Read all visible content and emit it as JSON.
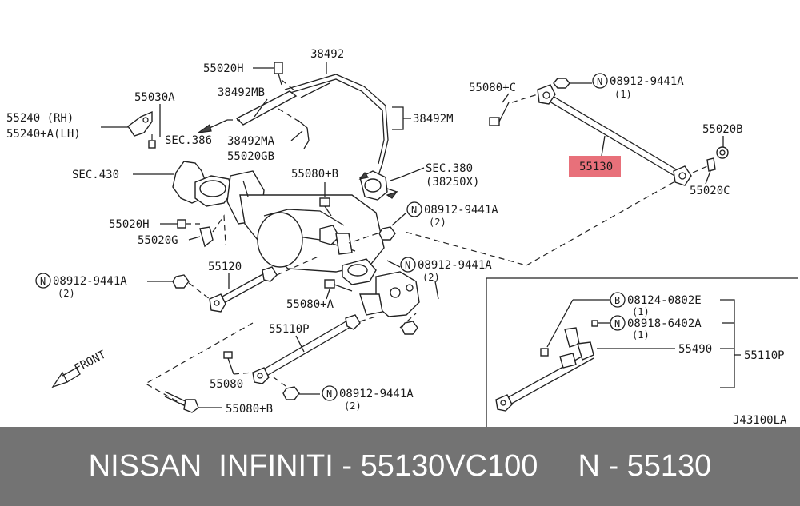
{
  "labels": {
    "p55020H_top": "55020H",
    "p38492": "38492",
    "p38492MB": "38492MB",
    "p55030A": "55030A",
    "p55240_rh": "55240  (RH)",
    "p55240_lh": "55240+A(LH)",
    "sec386": "SEC.386",
    "p38492MA": "38492MA",
    "p55020GB": "55020GB",
    "p38492M": "38492M",
    "p55080C": "55080+C",
    "n_top_code": "08912-9441A",
    "n_top_qty": "(1)",
    "p55020B": "55020B",
    "p55130": "55130",
    "p55020C": "55020C",
    "sec430": "SEC.430",
    "p55080B_mid": "55080+B",
    "sec380": "SEC.380",
    "sec380_sub": "(38250X)",
    "n_mid_code": "08912-9441A",
    "n_mid_qty": "(2)",
    "p55020H_mid": "55020H",
    "p55020G": "55020G",
    "p55120": "55120",
    "n_right_code": "08912-9441A",
    "n_right_qty": "(2)",
    "n_left_code": "08912-9441A",
    "n_left_qty": "(2)",
    "p55080A": "55080+A",
    "p55110P": "55110P",
    "front": "FRONT",
    "p55080": "55080",
    "n_bottom_code": "08912-9441A",
    "n_bottom_qty": "(2)",
    "p55080B_bottom": "55080+B",
    "b_inset_code": "08124-0802E",
    "b_inset_qty": "(1)",
    "n_inset_code": "08918-6402A",
    "n_inset_qty": "(1)",
    "p55490": "55490",
    "p55110P_inset": "55110P",
    "ref_code": "J43100LA",
    "letter_n": "N",
    "letter_b": "B"
  },
  "footer": {
    "brand": "NISSAN  INFINITI - 55130VC100",
    "part": "N - 55130"
  },
  "colors": {
    "highlight": "#e8707a",
    "footer_bg": "#737373"
  }
}
